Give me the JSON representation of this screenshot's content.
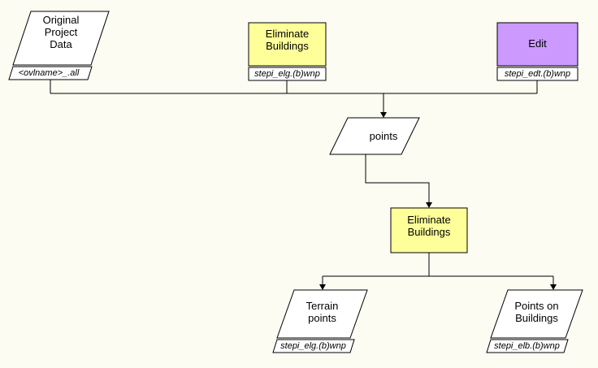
{
  "colors": {
    "process": "#ffff99",
    "edit_fill": "#cc99ff",
    "io_fill": "#ffffff",
    "stroke": "#000000",
    "background": "#fcfcf3"
  },
  "nodes": {
    "original_data": {
      "label": "Original\nProject\nData",
      "tag": "<ovlname>_.all"
    },
    "eliminate_buildings_top": {
      "label": "Eliminate\nBuildings",
      "tag": "stepi_elg.(b)wnp"
    },
    "edit": {
      "label": "Edit",
      "tag": "stepi_edt.(b)wnp"
    },
    "points": {
      "label": "points"
    },
    "eliminate_buildings_main": {
      "label": "Eliminate\nBuildings"
    },
    "terrain_points": {
      "label": "Terrain\npoints",
      "tag": "stepi_elg.(b)wnp"
    },
    "points_on_buildings": {
      "label": "Points on\nBuildings",
      "tag": "stepi_elb.(b)wnp"
    }
  }
}
